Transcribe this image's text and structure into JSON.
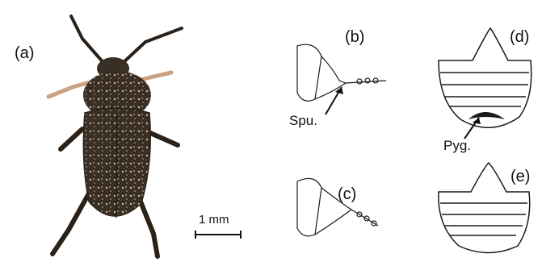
{
  "panels": {
    "a": "(a)",
    "b": "(b)",
    "c": "(c)",
    "d": "(d)",
    "e": "(e)"
  },
  "annotations": {
    "spur": "Spu.",
    "pygidium": "Pyg."
  },
  "scale_bar": {
    "label": "1 mm"
  },
  "colors": {
    "beetle_dark": "#3a2f24",
    "beetle_light": "#c9b79a",
    "legs": "#caa181",
    "line": "#1a1a1a"
  }
}
